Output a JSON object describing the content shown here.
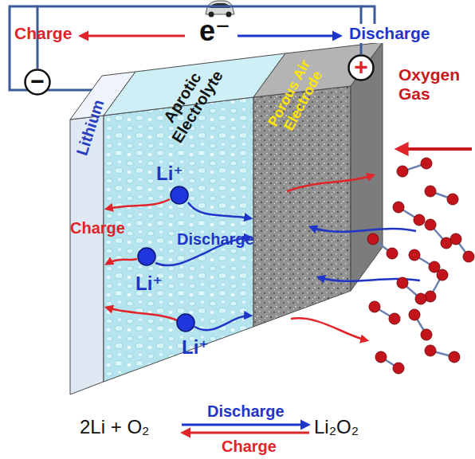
{
  "diagram": {
    "nodes": [
      {
        "text": [
          "Lithium"
        ]
      },
      {
        "text": [
          "Aprotic Electrolyte"
        ]
      },
      {
        "text": [
          "Porous Air Electrode"
        ]
      },
      {
        "text": [
          "−"
        ]
      },
      {
        "text": [
          "+"
        ]
      }
    ],
    "edges": [
      {
        "from": 3,
        "to": 4,
        "arrow": "none"
      }
    ],
    "labels": [
      "Charge",
      "e⁻",
      "Discharge",
      "Oxygen Gas",
      "Li⁺",
      "Charge",
      "Discharge",
      "Li⁺",
      "Li⁺",
      "2Li + O₂",
      "Discharge",
      "Charge",
      "Li₂O₂"
    ]
  }
}
